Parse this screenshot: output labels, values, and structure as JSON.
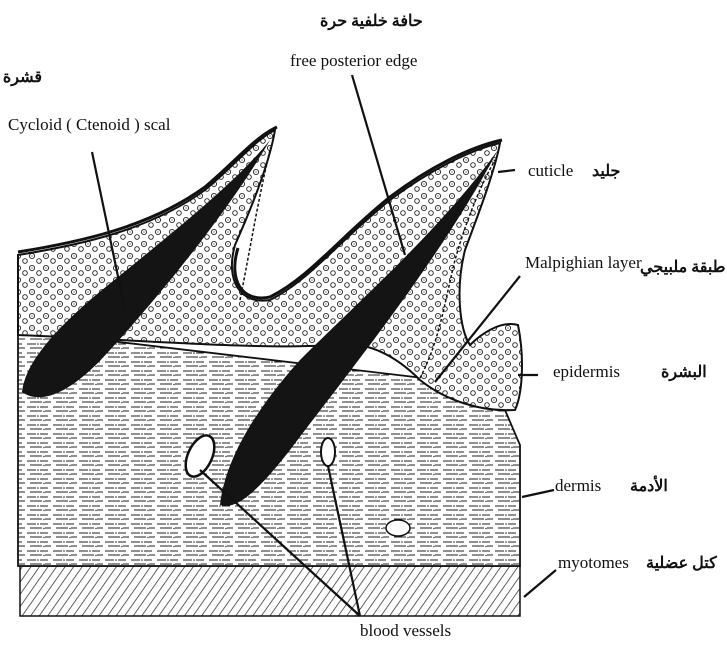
{
  "diagram": {
    "labels": {
      "scale_ar": "قشرة دائرية ( مشطية )",
      "scale_en": "Cycloid ( Ctenoid ) scal",
      "edge_ar": "حافة خلفية حرة",
      "edge_en": "free posterior edge",
      "cuticle_ar": "جليد",
      "cuticle_en": "cuticle",
      "malpighian_ar": "طبقة ملبيجي",
      "malpighian_en": "Malpighian layer",
      "epidermis_ar": "البشرة",
      "epidermis_en": "epidermis",
      "dermis_ar": "الأدمة",
      "dermis_en": "dermis",
      "myotomes_ar": "كتل عضلية",
      "myotomes_en": "myotomes",
      "vessels_en": "blood vessels"
    }
  }
}
